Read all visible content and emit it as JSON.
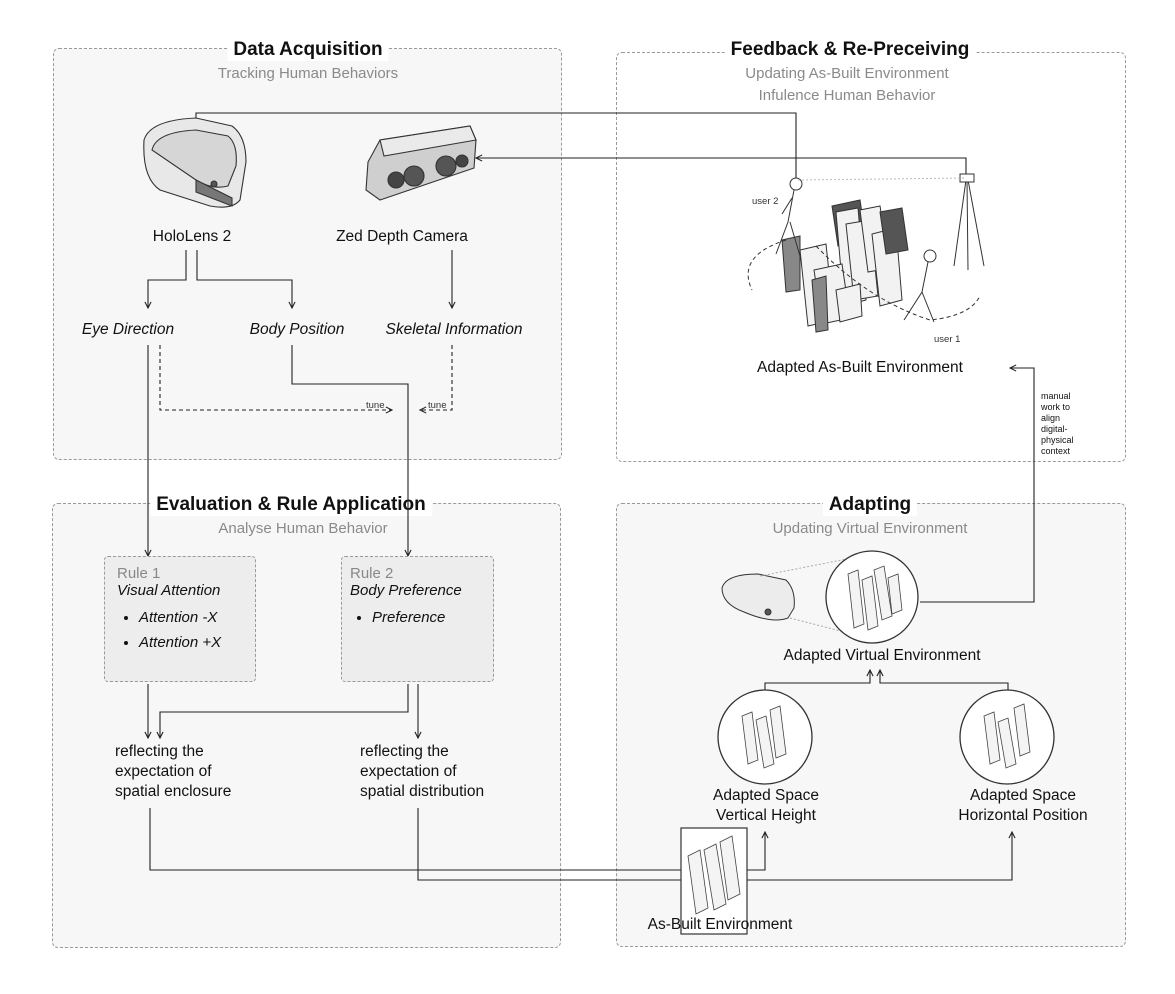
{
  "panels": {
    "data_acquisition": {
      "title": "Data Acquisition",
      "subtitle": "Tracking Human Behaviors"
    },
    "feedback": {
      "title": "Feedback & Re-Preceiving",
      "subtitle_1": "Updating As-Built Environment",
      "subtitle_2": "Infulence Human Behavior"
    },
    "evaluation": {
      "title": "Evaluation & Rule Application",
      "subtitle": "Analyse Human Behavior"
    },
    "adapting": {
      "title": "Adapting",
      "subtitle": "Updating Virtual Environment"
    }
  },
  "devices": {
    "hololens": "HoloLens 2",
    "zed": "Zed Depth Camera"
  },
  "data_streams": {
    "eye": "Eye Direction",
    "body": "Body Position",
    "skeletal": "Skeletal Information",
    "tune_1": "tune",
    "tune_2": "tune"
  },
  "rules": {
    "rule1": {
      "number": "Rule 1",
      "name": "Visual Attention",
      "items": [
        "Attention -X",
        "Attention +X"
      ]
    },
    "rule2": {
      "number": "Rule 2",
      "name": "Body Preference",
      "items": [
        "Preference"
      ]
    }
  },
  "outcomes": {
    "enclosure": [
      "reflecting the",
      "expectation of",
      "spatial enclosure"
    ],
    "distribution": [
      "reflecting the",
      "expectation of",
      "spatial distribution"
    ]
  },
  "feedback_scene": {
    "user_2": "user 2",
    "user_1": "user 1",
    "caption": "Adapted As-Built Environment",
    "manual_note": [
      "manual",
      "work to",
      "align",
      "digital-",
      "physical",
      "context"
    ]
  },
  "adapting_nodes": {
    "virtual": "Adapted Virtual Environment",
    "vertical": [
      "Adapted Space",
      "Vertical Height"
    ],
    "horizontal": [
      "Adapted Space",
      "Horizontal Position"
    ],
    "as_built": "As-Built Environment"
  }
}
